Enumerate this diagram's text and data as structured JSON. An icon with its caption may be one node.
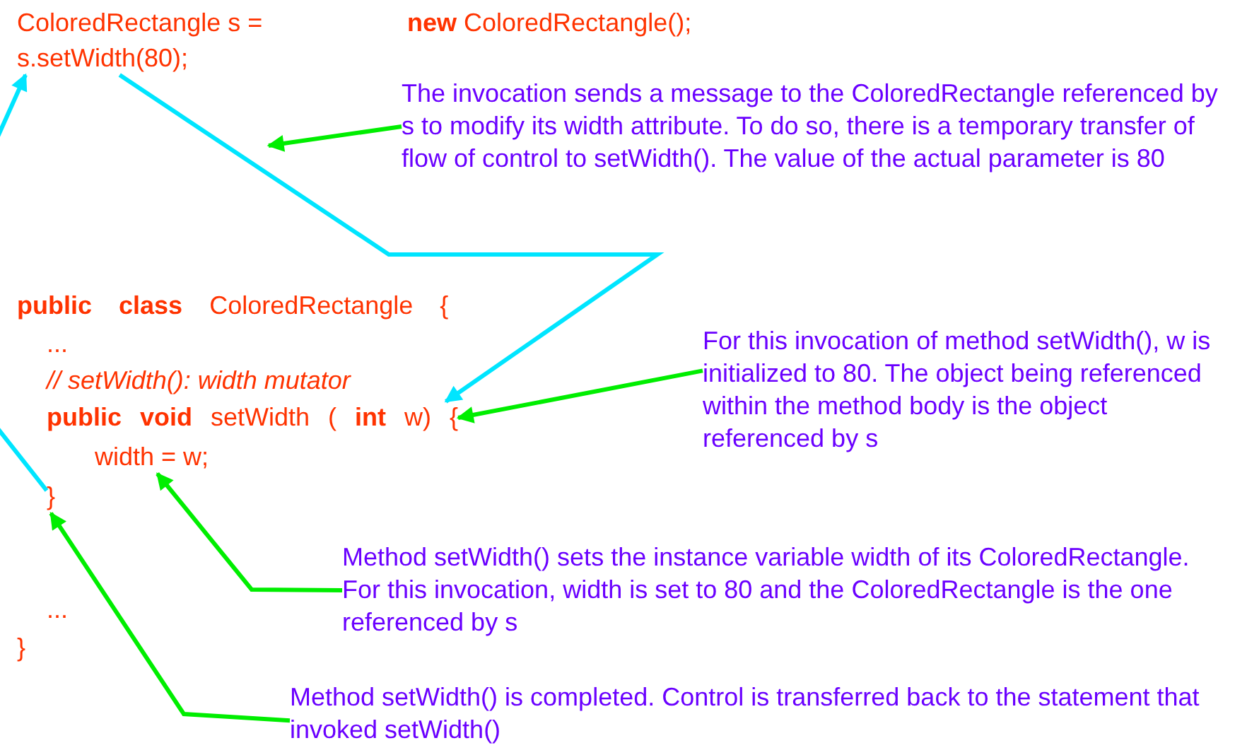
{
  "diagram": {
    "nodes": [
      {
        "text": [
          "s.setWidth(80);"
        ]
      },
      {
        "text": [
          "The invocation sends a message to the ColoredRectangle referenced by s to modify its width attribute. To do so, there is a temporary transfer of flow of control to setWidth(). The value of the actual parameter is 80"
        ]
      },
      {
        "text": [
          "**public void** setWidth ( **int** w) {"
        ]
      },
      {
        "text": [
          "For this invocation of method setWidth(), w is initialized to 80. The object being referenced within the method body is the object referenced by s"
        ]
      },
      {
        "text": [
          "width = w;"
        ]
      },
      {
        "text": [
          "Method setWidth() sets the instance variable width of its ColoredRectangle. For this invocation, width is set to 80 and the ColoredRectangle is the one referenced by s"
        ]
      },
      {
        "text": [
          "}"
        ]
      },
      {
        "text": [
          "Method setWidth() is completed. Control is transferred back to the statement that invoked setWidth()"
        ]
      }
    ],
    "edges": [
      {
        "from": 0,
        "to": 2,
        "arrow": "to",
        "color": "#00e5ff"
      },
      {
        "from": 1,
        "to": null,
        "arrow": "to"
      },
      {
        "from": 3,
        "to": 2,
        "arrow": "to"
      },
      {
        "from": 5,
        "to": 4,
        "arrow": "to"
      },
      {
        "from": 7,
        "to": 6,
        "arrow": "to"
      },
      {
        "from": 6,
        "to": 0,
        "arrow": "to",
        "color": "#00e5ff"
      }
    ],
    "labels": [
      "ColoredRectangle s =",
      "**new** ColoredRectangle();",
      "**public** **class** ColoredRectangle {",
      "...",
      "// setWidth(): width mutator",
      "...",
      "}"
    ]
  }
}
